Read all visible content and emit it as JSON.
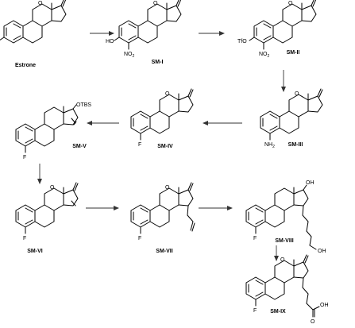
{
  "compounds": [
    {
      "label": "Estrone"
    },
    {
      "label": "SM-I"
    },
    {
      "label": "SM-II"
    },
    {
      "label": "SM-III"
    },
    {
      "label": "SM-IV"
    },
    {
      "label": "SM-V"
    },
    {
      "label": "SM-VI"
    },
    {
      "label": "SM-VII"
    },
    {
      "label": "SM-VIII"
    },
    {
      "label": "SM-IX"
    }
  ],
  "atoms": {
    "ho": "HO",
    "no2_main": "NO",
    "no2_sub": "2",
    "tfo": "TfO",
    "nh2_main": "NH",
    "nh2_sub": "2",
    "f": "F",
    "o": "O",
    "otbs": "OTBS",
    "oh": "OH"
  }
}
